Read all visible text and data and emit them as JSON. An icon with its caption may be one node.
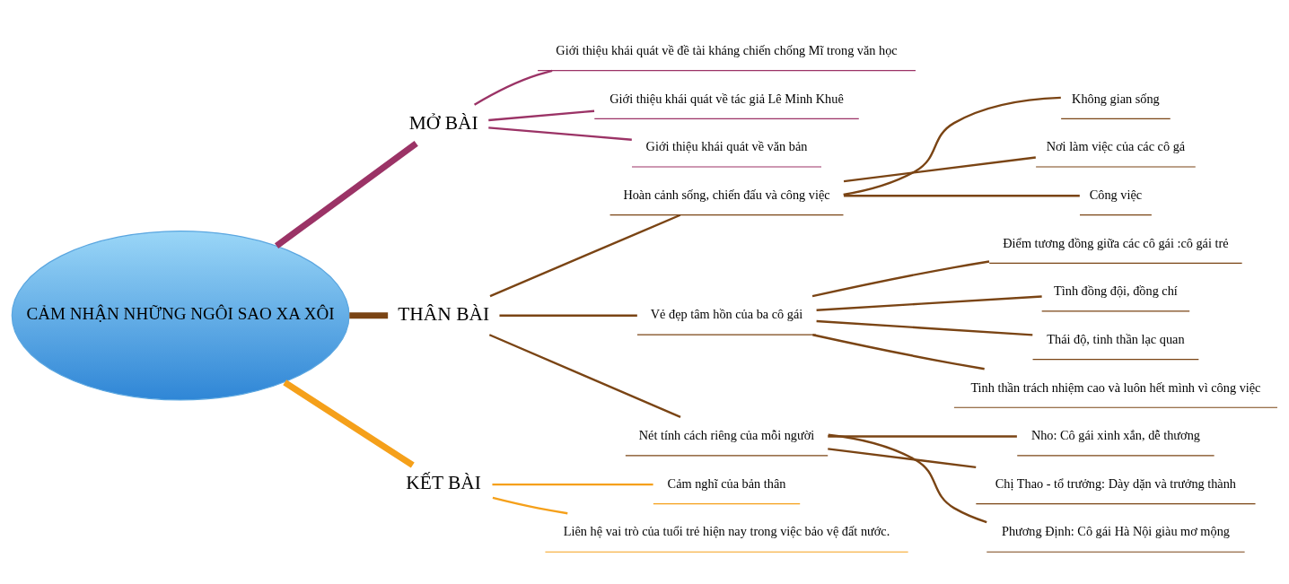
{
  "diagram": {
    "nodes": [
      {
        "text": [
          "CẢM NHẬN NHỮNG NGÔI SAO XA XÔI"
        ]
      },
      {
        "text": [
          "MỞ BÀI"
        ]
      },
      {
        "text": [
          "Giới thiệu khái quát về đề tài kháng chiến chống Mĩ trong văn học"
        ]
      },
      {
        "text": [
          "Giới thiệu khái quát về tác giả Lê Minh Khuê"
        ]
      },
      {
        "text": [
          "Giới thiệu khái quát về văn bản"
        ]
      },
      {
        "text": [
          "THÂN BÀI"
        ]
      },
      {
        "text": [
          "Hoàn cảnh sống, chiến đấu và công việc"
        ]
      },
      {
        "text": [
          "Không gian sống"
        ]
      },
      {
        "text": [
          "Nơi làm việc của các cô gá"
        ]
      },
      {
        "text": [
          "Công việc"
        ]
      },
      {
        "text": [
          "Vẻ đẹp tâm hồn của ba cô gái"
        ]
      },
      {
        "text": [
          "Điểm tương đồng giữa các cô gái :cô gái trẻ"
        ]
      },
      {
        "text": [
          "Tình đồng đội, đồng chí"
        ]
      },
      {
        "text": [
          "Thái độ, tinh thần lạc quan"
        ]
      },
      {
        "text": [
          "Tinh thần trách nhiệm cao và luôn hết mình vì công việc"
        ]
      },
      {
        "text": [
          "Nét tính cách riêng của mỗi người"
        ]
      },
      {
        "text": [
          "Nho: Cô gái xinh xắn, dễ thương"
        ]
      },
      {
        "text": [
          "Chị Thao - tổ trưởng: Dày dặn và trưởng thành"
        ]
      },
      {
        "text": [
          "Phương Định: Cô gái Hà Nội giàu mơ mộng"
        ]
      },
      {
        "text": [
          "KẾT BÀI"
        ]
      },
      {
        "text": [
          "Cảm nghĩ của bản thân"
        ]
      },
      {
        "text": [
          "Liên hệ vai trò của tuổi trẻ hiện nay trong việc bảo vệ đất nước."
        ]
      }
    ],
    "edges": [
      {
        "from": 0,
        "to": 1,
        "arrow": "none",
        "style": "thick",
        "color": "#9b3366"
      },
      {
        "from": 1,
        "to": 2,
        "arrow": "none",
        "color": "#9b3366"
      },
      {
        "from": 1,
        "to": 3,
        "arrow": "none",
        "color": "#9b3366"
      },
      {
        "from": 1,
        "to": 4,
        "arrow": "none",
        "color": "#9b3366"
      },
      {
        "from": 0,
        "to": 5,
        "arrow": "none",
        "style": "thick"
      },
      {
        "from": 5,
        "to": 6,
        "arrow": "none"
      },
      {
        "from": 6,
        "to": 7,
        "arrow": "none"
      },
      {
        "from": 6,
        "to": 8,
        "arrow": "none"
      },
      {
        "from": 6,
        "to": 9,
        "arrow": "none"
      },
      {
        "from": 5,
        "to": 10,
        "arrow": "none"
      },
      {
        "from": 10,
        "to": 11,
        "arrow": "none"
      },
      {
        "from": 10,
        "to": 12,
        "arrow": "none"
      },
      {
        "from": 10,
        "to": 13,
        "arrow": "none"
      },
      {
        "from": 10,
        "to": 14,
        "arrow": "none"
      },
      {
        "from": 5,
        "to": 15,
        "arrow": "none"
      },
      {
        "from": 15,
        "to": 16,
        "arrow": "none"
      },
      {
        "from": 15,
        "to": 17,
        "arrow": "none"
      },
      {
        "from": 15,
        "to": 18,
        "arrow": "none"
      },
      {
        "from": 0,
        "to": 19,
        "arrow": "none",
        "style": "thick",
        "color": "#f5a01a"
      },
      {
        "from": 19,
        "to": 20,
        "arrow": "none",
        "color": "#f5a01a"
      },
      {
        "from": 19,
        "to": 21,
        "arrow": "none",
        "color": "#f5a01a"
      }
    ]
  }
}
